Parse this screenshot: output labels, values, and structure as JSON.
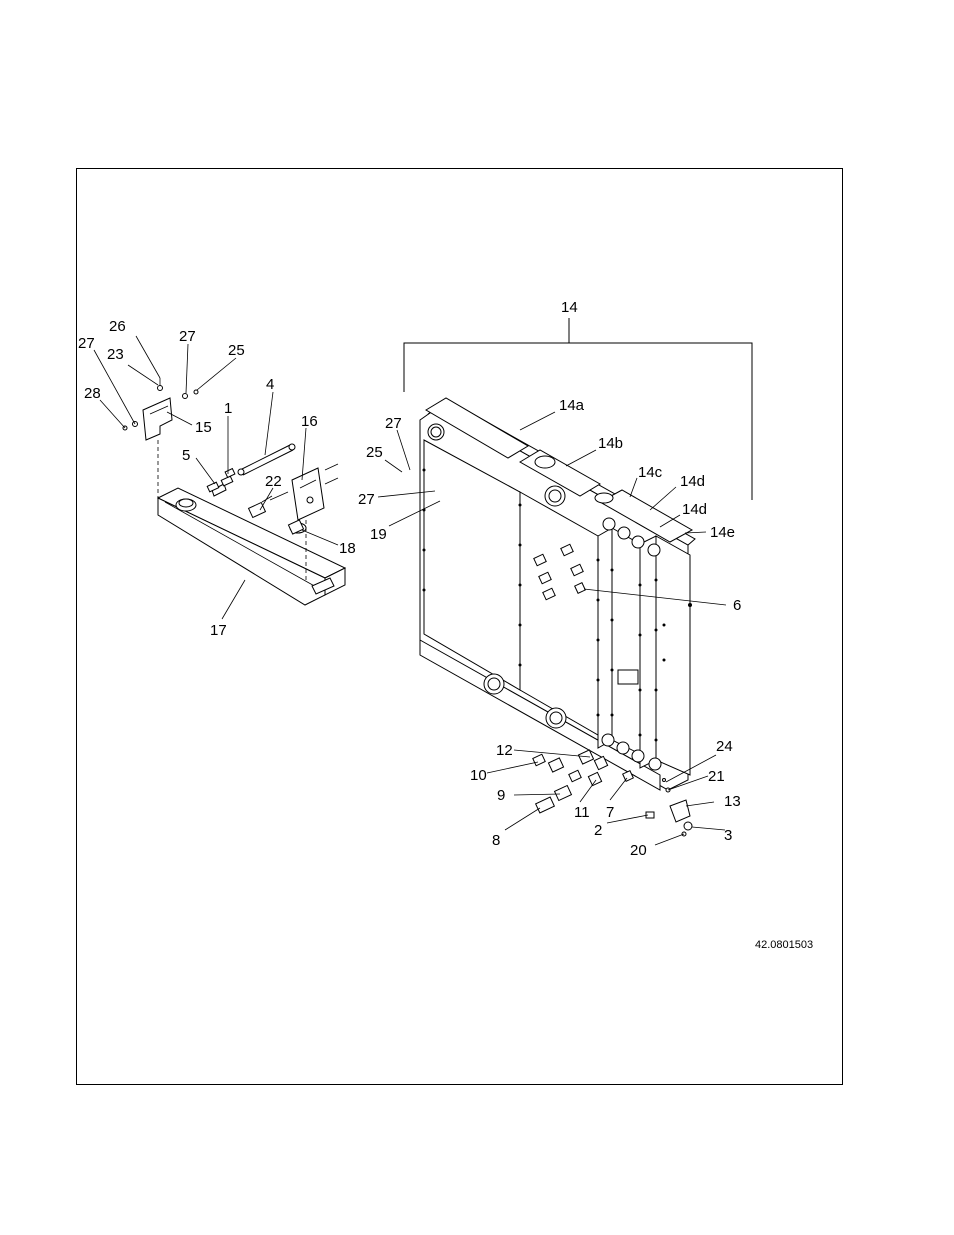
{
  "drawing_number": "42.0801503",
  "callouts": {
    "c1": "1",
    "c2": "2",
    "c3": "3",
    "c4": "4",
    "c5": "5",
    "c6": "6",
    "c7": "7",
    "c8": "8",
    "c9": "9",
    "c10": "10",
    "c11": "11",
    "c12": "12",
    "c13": "13",
    "c14": "14",
    "c14a": "14a",
    "c14b": "14b",
    "c14c": "14c",
    "c14d_1": "14d",
    "c14d_2": "14d",
    "c14e": "14e",
    "c15": "15",
    "c16": "16",
    "c17": "17",
    "c18": "18",
    "c19": "19",
    "c20": "20",
    "c21": "21",
    "c22": "22",
    "c23": "23",
    "c24": "24",
    "c25_left": "25",
    "c25_right": "25",
    "c26": "26",
    "c27_left": "27",
    "c27_mid": "27",
    "c27_right_top": "27",
    "c27_right_mid": "27",
    "c28": "28"
  }
}
